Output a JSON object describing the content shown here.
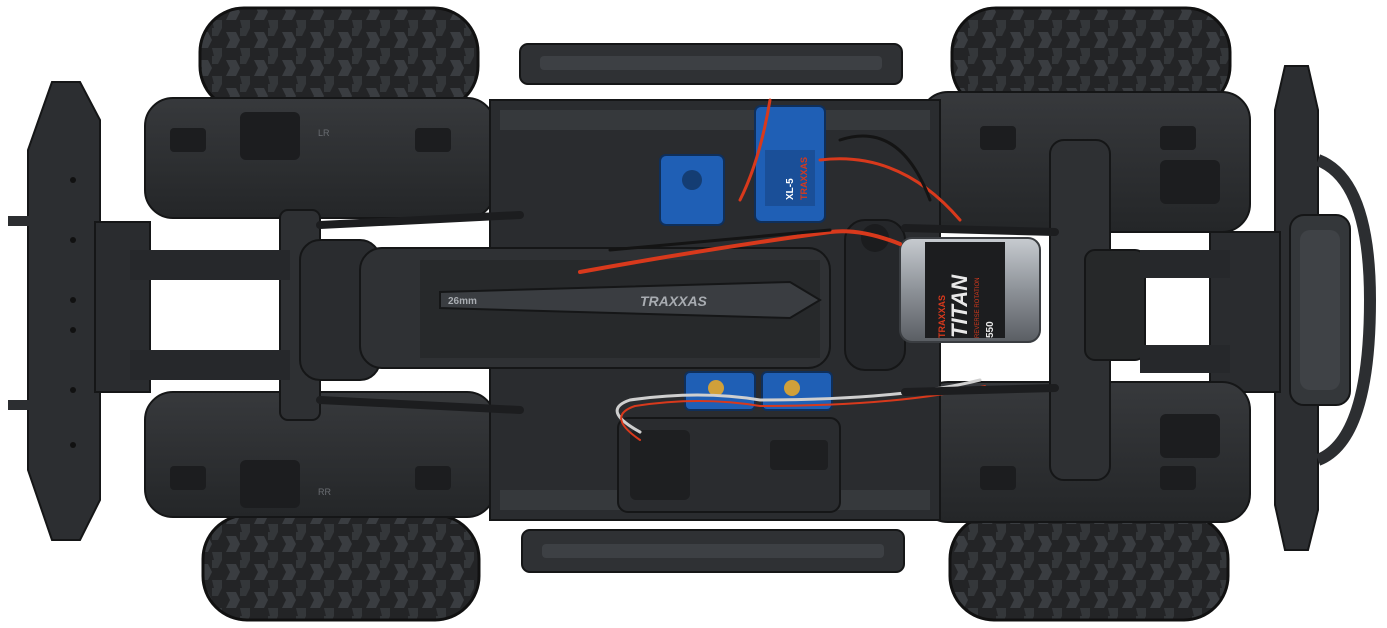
{
  "image": {
    "colors": {
      "background": "#ffffff",
      "chassis": "#2b2d30",
      "chassis_dark": "#1c1d1f",
      "chassis_light": "#45484c",
      "tire": "#232426",
      "tire_tread": "#3a3d41",
      "blue_esc": "#1f5fb5",
      "red_wire": "#d8391c",
      "motor_silver": "#9a9fa6"
    },
    "labels": {
      "driveshaft_size": "26mm",
      "driveshaft_brand": "TRAXXAS",
      "motor_brand": "TRAXXAS",
      "motor_model": "TITAN",
      "motor_turns": "550",
      "motor_note": "REVERSE ROTATION",
      "esc_model": "XL-5",
      "esc_brand": "TRAXXAS",
      "left_rear_marker": "LR",
      "right_rear_marker": "RR"
    }
  }
}
